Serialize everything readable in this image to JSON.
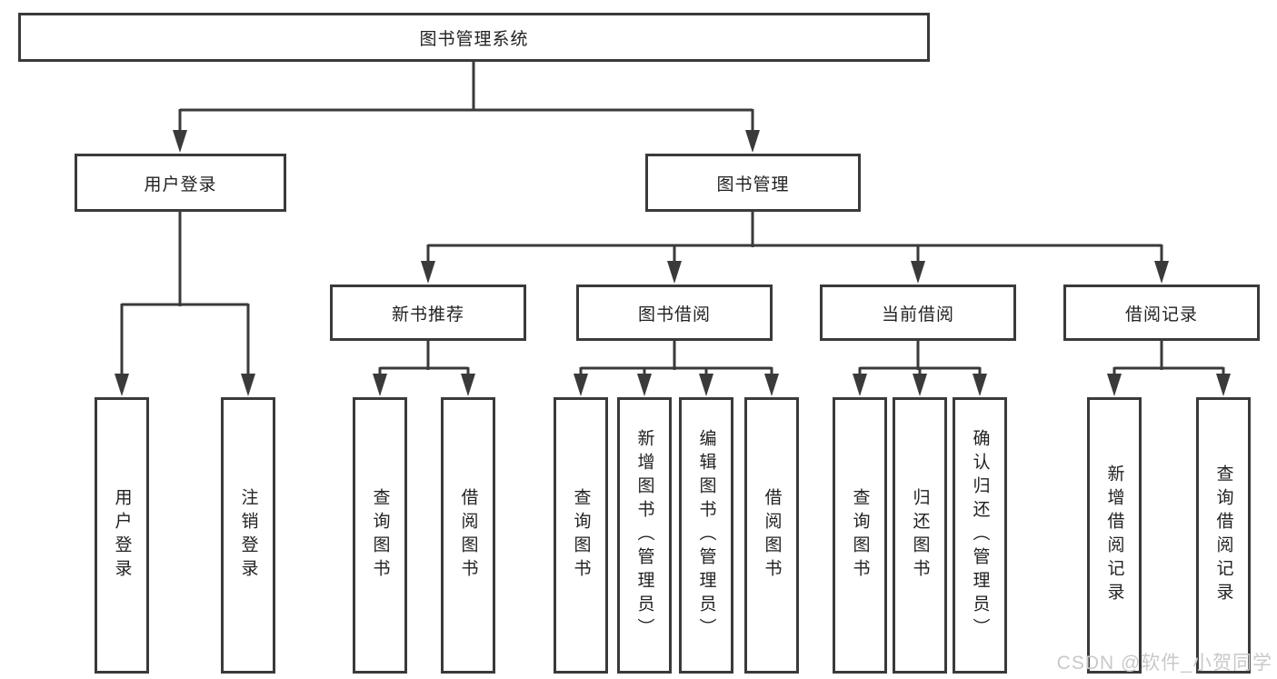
{
  "diagram": {
    "root": "图书管理系统",
    "user_login": {
      "label": "用户登录",
      "children": [
        "用户登录",
        "注销登录"
      ]
    },
    "book_management": {
      "label": "图书管理",
      "sections": {
        "new_books": {
          "label": "新书推荐",
          "children": [
            "查询图书",
            "借阅图书"
          ]
        },
        "book_borrowing": {
          "label": "图书借阅",
          "children": [
            "查询图书",
            "新增图书（管理员）",
            "编辑图书（管理员）",
            "借阅图书"
          ]
        },
        "current_borrowing": {
          "label": "当前借阅",
          "children": [
            "查询图书",
            "归还图书",
            "确认归还（管理员）"
          ]
        },
        "borrowing_records": {
          "label": "借阅记录",
          "children": [
            "新增借阅记录",
            "查询借阅记录"
          ]
        }
      }
    }
  },
  "colors": {
    "line": "#3a3a3a",
    "text": "#222222",
    "watermark": "#c9c9c9",
    "background": "#ffffff"
  },
  "watermark": "CSDN @软件_小贺同学"
}
